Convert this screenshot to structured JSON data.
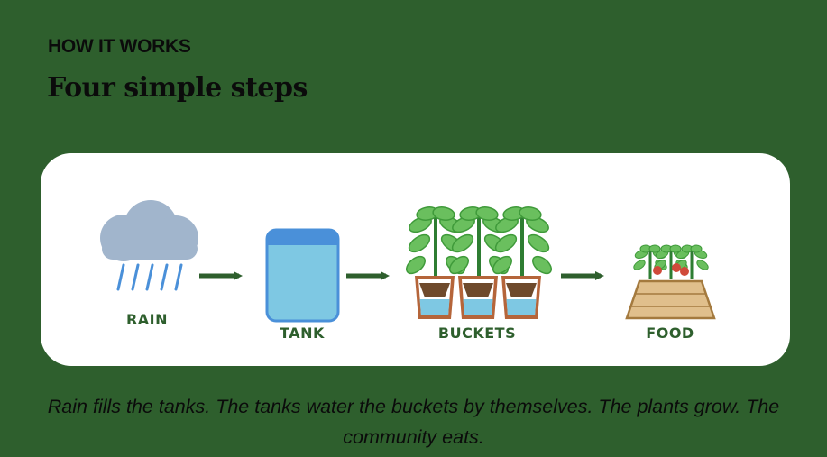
{
  "header": {
    "eyebrow": "HOW IT WORKS",
    "title": "Four simple steps"
  },
  "steps": [
    {
      "label": "RAIN",
      "icon": "rain-cloud-icon"
    },
    {
      "label": "TANK",
      "icon": "water-tank-icon"
    },
    {
      "label": "BUCKETS",
      "icon": "planted-buckets-icon"
    },
    {
      "label": "FOOD",
      "icon": "garden-bed-icon"
    }
  ],
  "caption": "Rain fills the tanks. The tanks water the buckets by themselves. The plants grow. The community eats.",
  "colors": {
    "background": "#2e5f2d",
    "card": "#ffffff",
    "accent_green": "#2e5f2d",
    "cloud": "#a1b5cc",
    "rain": "#4a90d9",
    "water": "#7ec8e3",
    "tank_lid": "#4a90d9",
    "pot": "#b5653a",
    "soil": "#6e4a2c",
    "leaf": "#6abf5e",
    "stem": "#2e7d32",
    "bed": "#e0bf8c"
  }
}
